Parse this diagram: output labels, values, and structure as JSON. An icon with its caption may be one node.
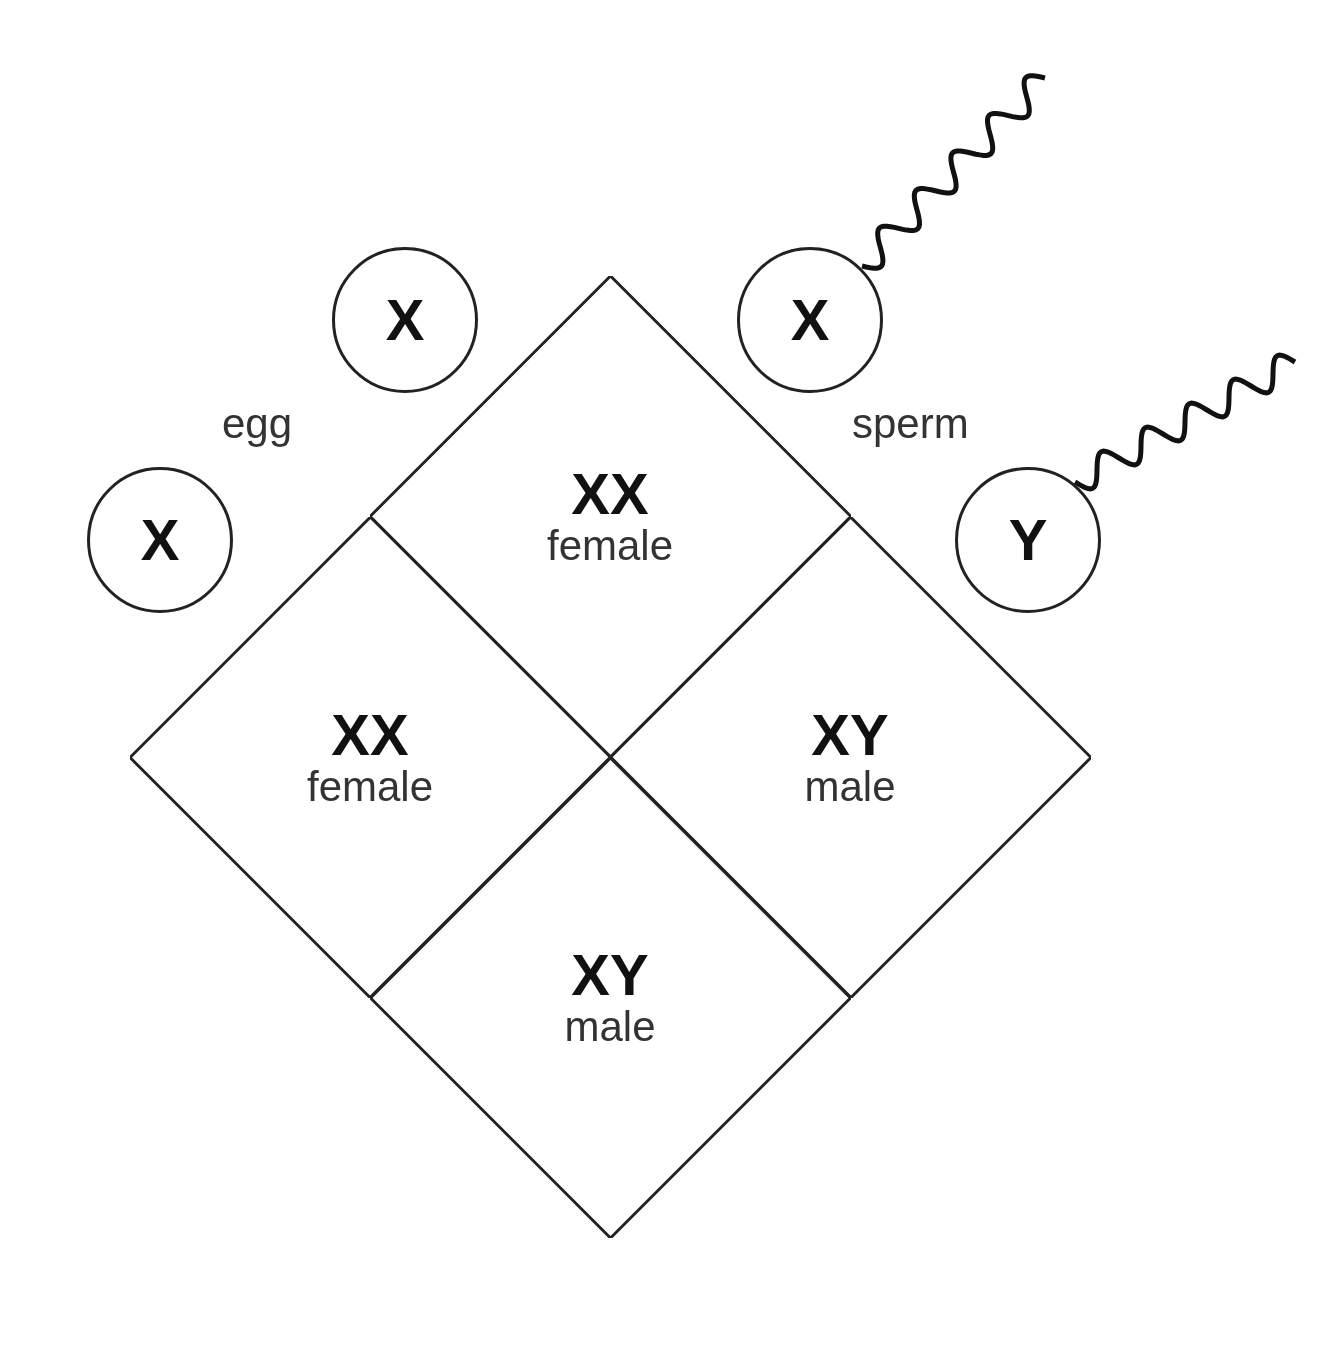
{
  "diagram": {
    "nodes": [
      {
        "text": [
          "X"
        ]
      },
      {
        "text": [
          "X"
        ]
      },
      {
        "text": [
          "X"
        ]
      },
      {
        "text": [
          "Y"
        ]
      },
      {
        "text": [
          "XX",
          "female"
        ]
      },
      {
        "text": [
          "XX",
          "female"
        ]
      },
      {
        "text": [
          "XY",
          "male"
        ]
      },
      {
        "text": [
          "XY",
          "male"
        ]
      }
    ],
    "edges": [],
    "labels": [
      "egg",
      "sperm"
    ]
  }
}
